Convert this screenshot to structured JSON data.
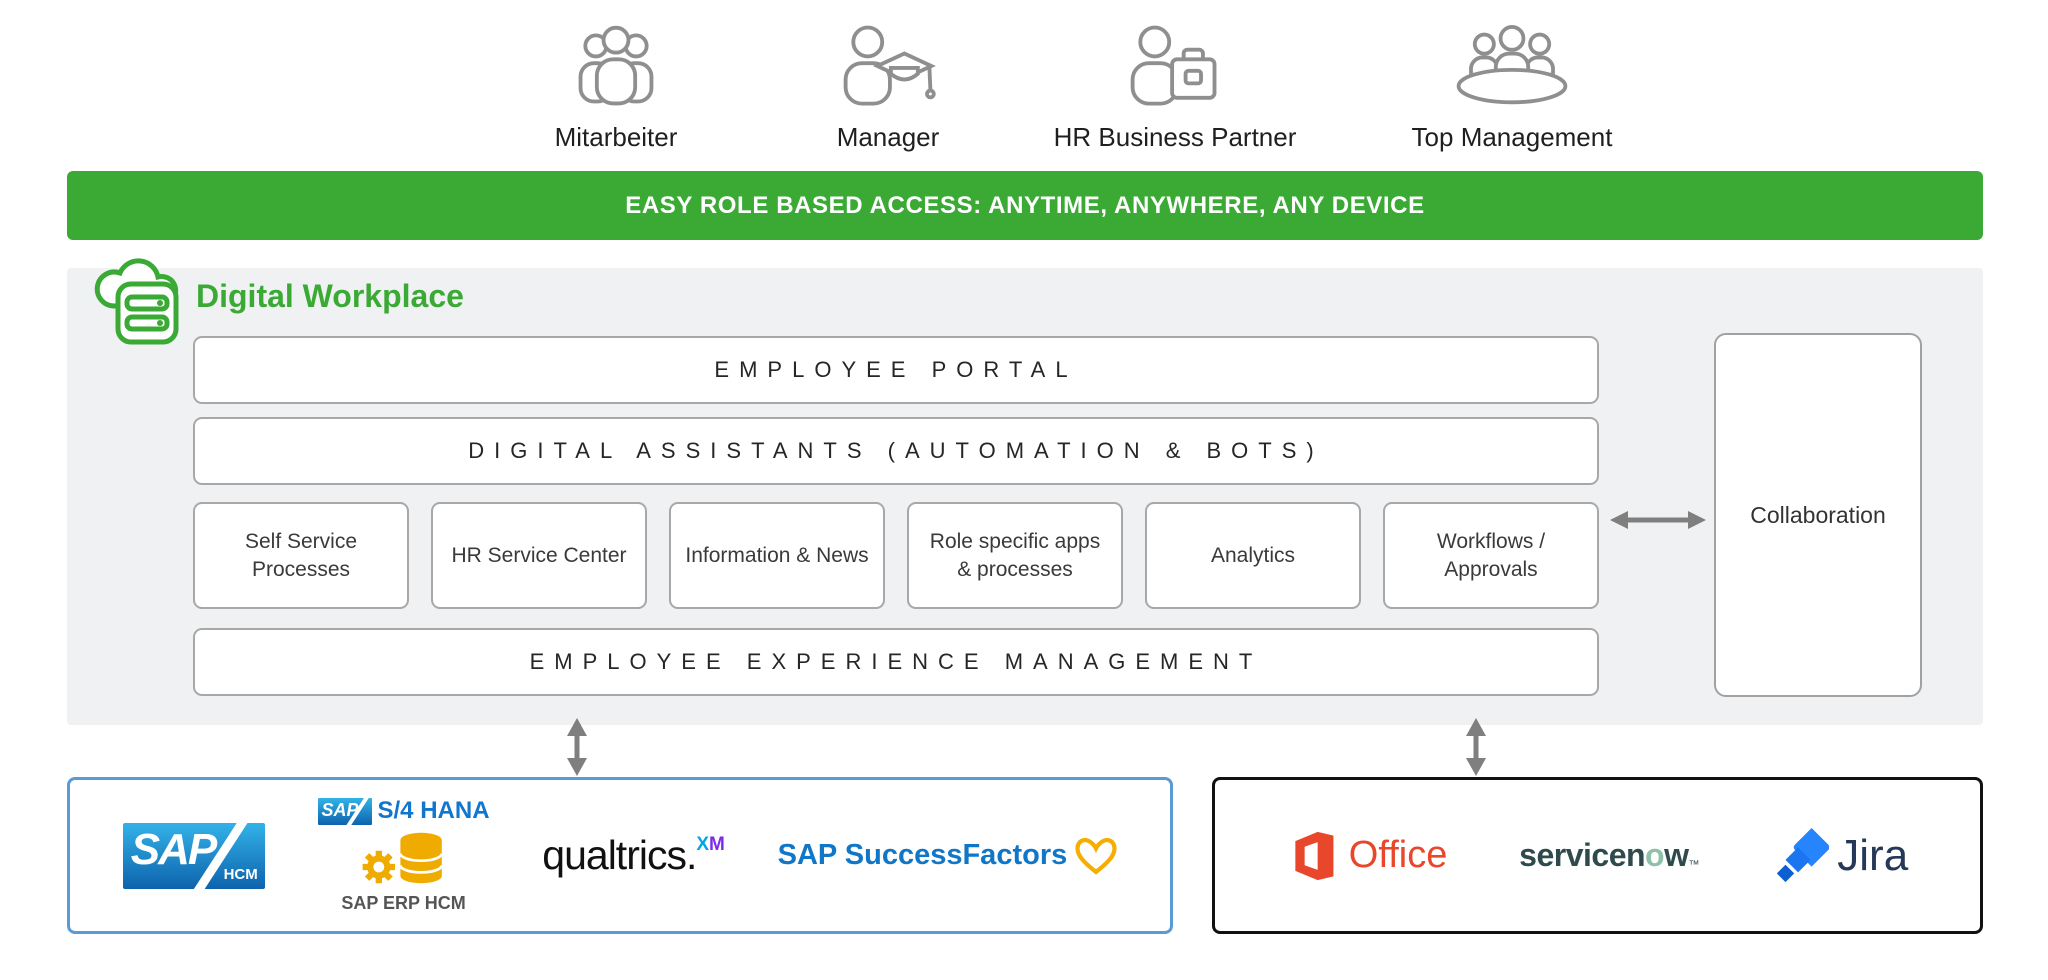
{
  "personas": [
    {
      "label": "Mitarbeiter",
      "icon": "people-group-icon"
    },
    {
      "label": "Manager",
      "icon": "manager-graduation-icon"
    },
    {
      "label": "HR Business Partner",
      "icon": "person-briefcase-icon"
    },
    {
      "label": "Top Management",
      "icon": "boardroom-table-icon"
    }
  ],
  "banner": {
    "text": "EASY ROLE BASED ACCESS: ANYTIME, ANYWHERE, ANY DEVICE"
  },
  "workplace": {
    "title": "Digital Workplace",
    "layers": {
      "portal": "EMPLOYEE PORTAL",
      "assistants": "DIGITAL ASSISTANTS (AUTOMATION & BOTS)",
      "experience": "EMPLOYEE EXPERIENCE MANAGEMENT"
    },
    "modules": [
      "Self Service Processes",
      "HR Service Center",
      "Information & News",
      "Role specific apps & processes",
      "Analytics",
      "Workflows / Approvals"
    ],
    "collaboration": "Collaboration"
  },
  "systems": {
    "sap_group": {
      "hcm_logo": {
        "word": "SAP",
        "sub": "HCM"
      },
      "s4hana": {
        "word": "SAP",
        "label": "S/4 HANA"
      },
      "erp_label": "SAP ERP HCM",
      "qualtrics": {
        "word": "qualtrics.",
        "sup_x": "X",
        "sup_m": "M"
      },
      "successfactors": "SAP SuccessFactors"
    },
    "other_group": {
      "office": "Office",
      "servicenow": {
        "pre": "servicen",
        "o": "o",
        "post": "w",
        "tm": "™"
      },
      "jira": "Jira"
    }
  },
  "colors": {
    "green": "#3aaa35",
    "panel_gray": "#f0f1f3",
    "box_border": "#a8a8a8",
    "arrow_gray": "#7f7f7f",
    "sap_box_border": "#5b9bd5",
    "other_box_border": "#111111",
    "sap_blue_top": "#33b2e8",
    "sap_blue_bottom": "#0d63ad",
    "successfactors_blue": "#1077c8",
    "gold": "#f0ab00",
    "office_orange": "#e8472b",
    "servicenow_dark": "#2f4a4d",
    "servicenow_green": "#8fc0a9",
    "jira_blue": "#2684ff",
    "jira_navy": "#253858"
  }
}
